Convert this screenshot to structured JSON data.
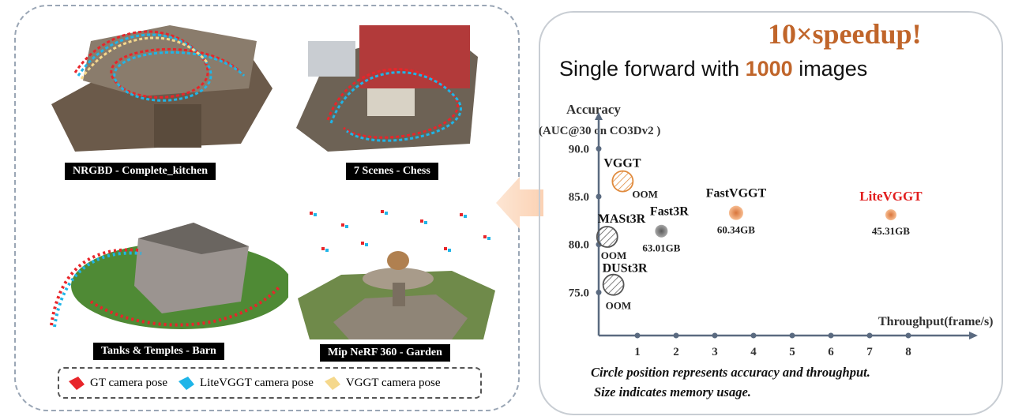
{
  "scenes": [
    {
      "caption": "NRGBD - Complete_kitchen"
    },
    {
      "caption": "7 Scenes - Chess"
    },
    {
      "caption": "Tanks & Temples - Barn"
    },
    {
      "caption": "Mip NeRF 360 - Garden"
    }
  ],
  "legend": [
    {
      "label": "GT camera pose",
      "color": "#e8252a"
    },
    {
      "label": "LiteVGGT camera pose",
      "color": "#1fb5e8"
    },
    {
      "label": "VGGT camera pose",
      "color": "#f5d88c"
    }
  ],
  "headline": {
    "speedup": "10×speedup!",
    "subtitle_pre": "Single forward with ",
    "subtitle_num": "1000",
    "subtitle_post": " images"
  },
  "chart_data": {
    "type": "scatter",
    "ylabel": "Accuracy",
    "ylabel_sub": "(AUC@30 on CO3Dv2 )",
    "xlabel": "Throughput(frame/s)",
    "yticks": [
      75.0,
      80.0,
      85.0,
      90.0
    ],
    "yticks_text": [
      "75.0",
      "80.0",
      "85.0",
      "90.0"
    ],
    "xticks": [
      1,
      2,
      3,
      4,
      5,
      6,
      7,
      8
    ],
    "xticks_text": [
      "1",
      "2",
      "3",
      "4",
      "5",
      "6",
      "7",
      "8"
    ],
    "ylim": [
      70.5,
      92.5
    ],
    "points": [
      {
        "name": "VGGT",
        "x": 0.62,
        "y": 86.6,
        "memory": "OOM",
        "oom": true,
        "color": "#e08a3c",
        "label_color": "#111"
      },
      {
        "name": "MASt3R",
        "x": 0.22,
        "y": 80.8,
        "memory": "OOM",
        "oom": true,
        "color": "#555555",
        "label_color": "#111"
      },
      {
        "name": "DUSt3R",
        "x": 0.38,
        "y": 75.8,
        "memory": "OOM",
        "oom": true,
        "color": "#555555",
        "label_color": "#111"
      },
      {
        "name": "Fast3R",
        "x": 1.62,
        "y": 81.4,
        "memory": "63.01GB",
        "oom": false,
        "color": "#7a7a7a",
        "label_color": "#111"
      },
      {
        "name": "FastVGGT",
        "x": 3.55,
        "y": 83.3,
        "memory": "60.34GB",
        "oom": false,
        "color": "#f0a26a",
        "label_color": "#111"
      },
      {
        "name": "LiteVGGT",
        "x": 7.55,
        "y": 83.1,
        "memory": "45.31GB",
        "oom": false,
        "color": "#f0a26a",
        "label_color": "#e11d1d"
      }
    ]
  },
  "notes": {
    "line1": "Circle position represents accuracy and throughput.",
    "line2": "Size indicates memory usage."
  }
}
